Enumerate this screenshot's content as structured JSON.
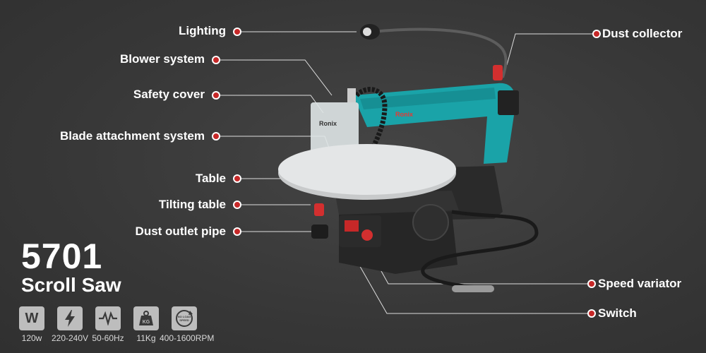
{
  "product": {
    "model": "5701",
    "name": "Scroll Saw",
    "brand_marks": [
      "Ronix",
      "Ronix"
    ]
  },
  "callouts_left": [
    {
      "label": "Lighting"
    },
    {
      "label": "Blower system"
    },
    {
      "label": "Safety cover"
    },
    {
      "label": "Blade attachment system"
    },
    {
      "label": "Table"
    },
    {
      "label": "Tilting table"
    },
    {
      "label": "Dust outlet pipe"
    }
  ],
  "callouts_right": [
    {
      "label": "Dust collector"
    },
    {
      "label": "Speed variator"
    },
    {
      "label": "Switch"
    }
  ],
  "specs": [
    {
      "icon": "watt-icon",
      "glyph": "W",
      "value": "120w"
    },
    {
      "icon": "voltage-icon",
      "glyph": "",
      "value": "220-240V"
    },
    {
      "icon": "frequency-icon",
      "glyph": "",
      "value": "50-60Hz"
    },
    {
      "icon": "weight-icon",
      "glyph": "KG",
      "value": "11Kg"
    },
    {
      "icon": "no-load-speed-icon",
      "glyph": "NO LOAD SPEED",
      "value": "400-1600RPM"
    }
  ],
  "colors": {
    "background": "#3a3a3a",
    "accent_teal": "#1aa3a8",
    "callout_dot": "#c62828",
    "knob_red": "#d32f2f"
  }
}
